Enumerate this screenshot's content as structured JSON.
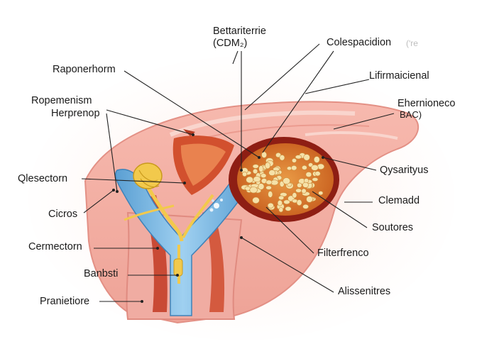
{
  "labels": {
    "bettariterrie": "Bettariterrie",
    "cdm": "(CDM₂)",
    "colespacidion": "Colespacidion",
    "colespacidion_faint": "(ʹre",
    "raponerhorm": "Raponerhorm",
    "lifirmaicienal": "Lifirmaicienal",
    "ropemenism": "Ropemenism",
    "herprenop": "Herprenop",
    "ehernioneco": "Ehernioneco",
    "bac": "BAC)",
    "qlesectorn": "Qlesectorn",
    "qysarityus": "Qysarityus",
    "clemadd": "Clemadd",
    "cicros": "Cicros",
    "soutores": "Soutores",
    "cermectorn": "Cermectorn",
    "filterfrenco": "Filterfrenco",
    "banbsti": "Banbsti",
    "alissenitres": "Alissenitres",
    "pranietiore": "Pranietiore"
  },
  "colors": {
    "tissue_pink": "#f2a7a0",
    "tissue_light": "#f8cfc6",
    "tissue_dark": "#d9736a",
    "muscle_red": "#c63b24",
    "vessel_blue": "#6fb0de",
    "yellow_duct": "#f2c94c",
    "mass_orange": "#d77a2a",
    "mass_rim": "#8e1e14",
    "nodule_cream": "#f5e1a8"
  }
}
